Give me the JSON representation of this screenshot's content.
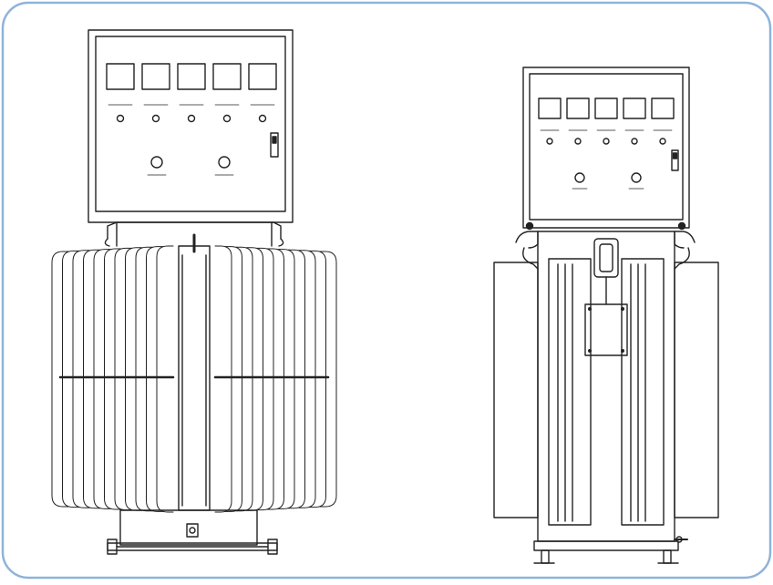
{
  "figure": {
    "frame_color": "#8fb3d9",
    "line_color": "#222222",
    "front_view": {
      "meters": 5,
      "indicators": 5,
      "knobs": 2,
      "fins_per_side": 11
    },
    "side_view": {
      "meters": 5,
      "indicators": 5,
      "knobs": 2
    }
  }
}
